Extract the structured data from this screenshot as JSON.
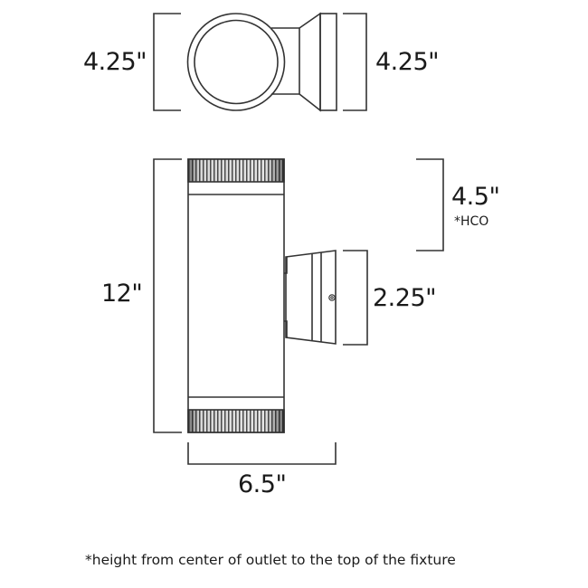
{
  "diagram": {
    "title": "Wall fixture dimension drawing",
    "top_view": {
      "left_dimension": "4.25\"",
      "right_dimension": "4.25\""
    },
    "front_view": {
      "height_dimension": "12\"",
      "width_dimension": "6.5\"",
      "hco_dimension": "4.5\"",
      "hco_note_label": "*HCO",
      "backplate_dimension": "2.25\""
    },
    "footnote": "*height from center of outlet to the top of the fixture",
    "colors": {
      "line": "#333333",
      "text": "#1a1a1a",
      "fin_dark": "#555555",
      "background": "#ffffff"
    }
  }
}
